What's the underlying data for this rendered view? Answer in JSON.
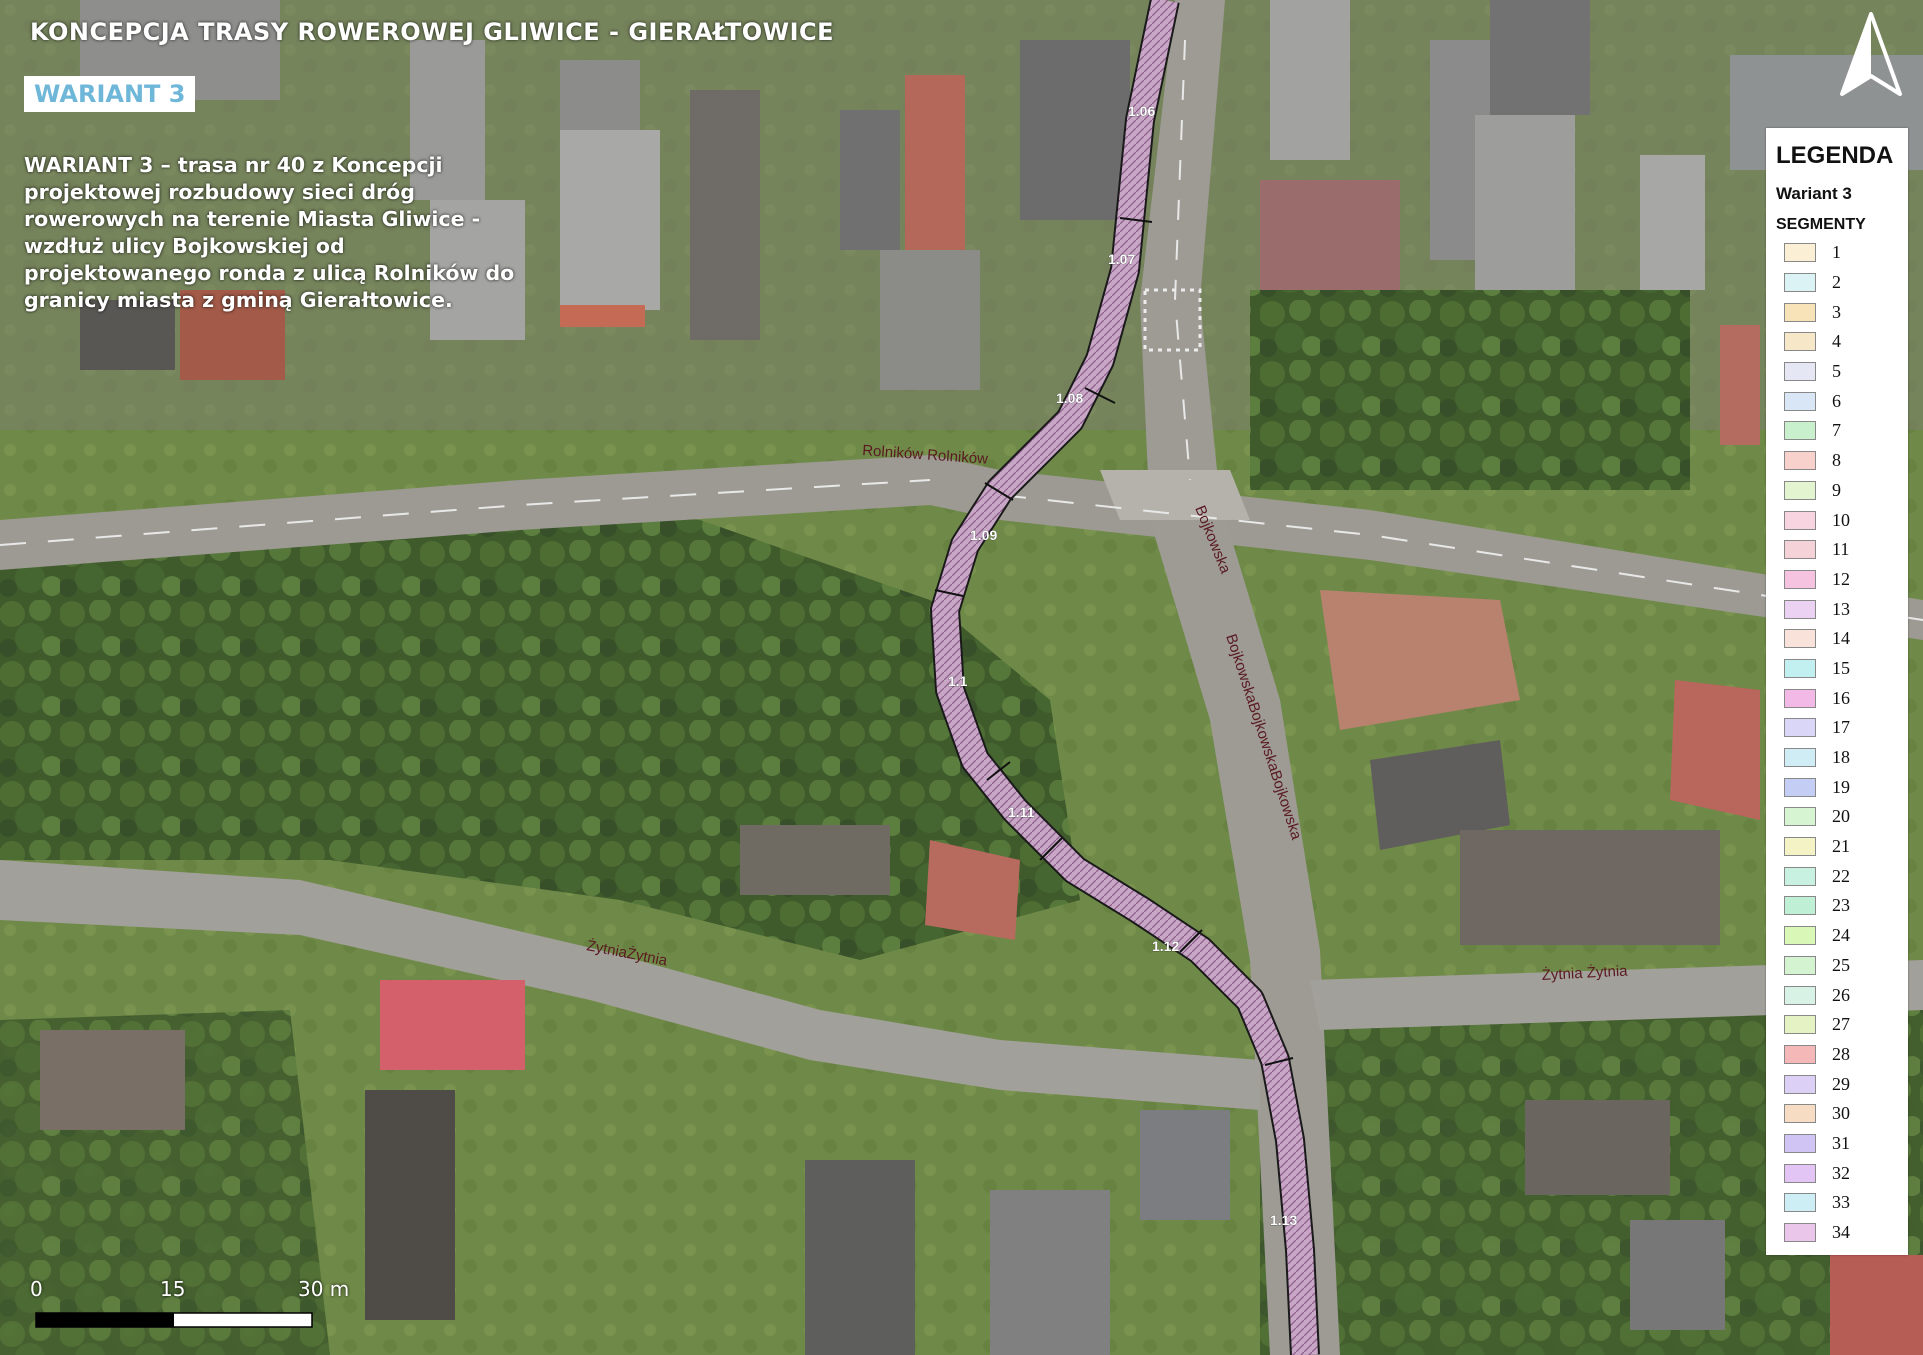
{
  "map": {
    "title": "KONCEPCJA TRASY ROWEROWEJ GLIWICE - GIERAŁTOWICE",
    "variant_badge": "WARIANT 3",
    "description": "WARIANT 3 – trasa nr 40 z Koncepcji\nprojektowej rozbudowy sieci dróg\nrowerowych na terenie Miasta Gliwice -\nwzdłuż ulicy Bojkowskiej od\nprojektowanego ronda z ulicą Rolników do\ngranicy miasta z gminą Gierałtowice.",
    "streets": {
      "rolnikow": "Rolników Rolników",
      "bojkowska_1": "Bojkowska",
      "bojkowska_2": "BojkowskaBojkowskaBojkowska",
      "zytnia_left": "ŻytniaŻytnia",
      "zytnia_right": "Żytnia Żytnia"
    },
    "segment_labels": [
      "1.06",
      "1.07",
      "1.08",
      "1.09",
      "1.1",
      "1.11",
      "1.12",
      "1.13"
    ],
    "route_color": "#c2a6c4",
    "north_arrow": "north-arrow-icon"
  },
  "legend": {
    "title": "LEGENDA",
    "subtitle": "Wariant 3",
    "section": "SEGMENTY",
    "items": [
      {
        "label": "1",
        "color": "#fbf0d6"
      },
      {
        "label": "2",
        "color": "#dcf3f5"
      },
      {
        "label": "3",
        "color": "#f7e3b7"
      },
      {
        "label": "4",
        "color": "#f6e7c8"
      },
      {
        "label": "5",
        "color": "#e6e7f4"
      },
      {
        "label": "6",
        "color": "#d8e6f5"
      },
      {
        "label": "7",
        "color": "#c9f0cc"
      },
      {
        "label": "8",
        "color": "#f8d0cc"
      },
      {
        "label": "9",
        "color": "#e3f5d0"
      },
      {
        "label": "10",
        "color": "#f7d4e0"
      },
      {
        "label": "11",
        "color": "#f5d2d8"
      },
      {
        "label": "12",
        "color": "#f5c2e0"
      },
      {
        "label": "13",
        "color": "#ecd2f2"
      },
      {
        "label": "14",
        "color": "#f8e2d9"
      },
      {
        "label": "15",
        "color": "#c2f0f1"
      },
      {
        "label": "16",
        "color": "#f2b8e6"
      },
      {
        "label": "17",
        "color": "#d9d6f7"
      },
      {
        "label": "18",
        "color": "#d0edf5"
      },
      {
        "label": "19",
        "color": "#c4cdf3"
      },
      {
        "label": "20",
        "color": "#d6f3d2"
      },
      {
        "label": "21",
        "color": "#f3f3c6"
      },
      {
        "label": "22",
        "color": "#c9f1e1"
      },
      {
        "label": "23",
        "color": "#bff0d6"
      },
      {
        "label": "24",
        "color": "#d9f7b6"
      },
      {
        "label": "25",
        "color": "#d4f3d0"
      },
      {
        "label": "26",
        "color": "#d8f2e6"
      },
      {
        "label": "27",
        "color": "#e4f2c4"
      },
      {
        "label": "28",
        "color": "#f5b8b8"
      },
      {
        "label": "29",
        "color": "#ddd0f6"
      },
      {
        "label": "30",
        "color": "#f7dcc4"
      },
      {
        "label": "31",
        "color": "#cfc4f3"
      },
      {
        "label": "32",
        "color": "#e2c4f5"
      },
      {
        "label": "33",
        "color": "#cdeef5"
      },
      {
        "label": "34",
        "color": "#e9c6ea"
      }
    ]
  },
  "scale": {
    "labels": [
      "0",
      "15",
      "30 m"
    ]
  }
}
